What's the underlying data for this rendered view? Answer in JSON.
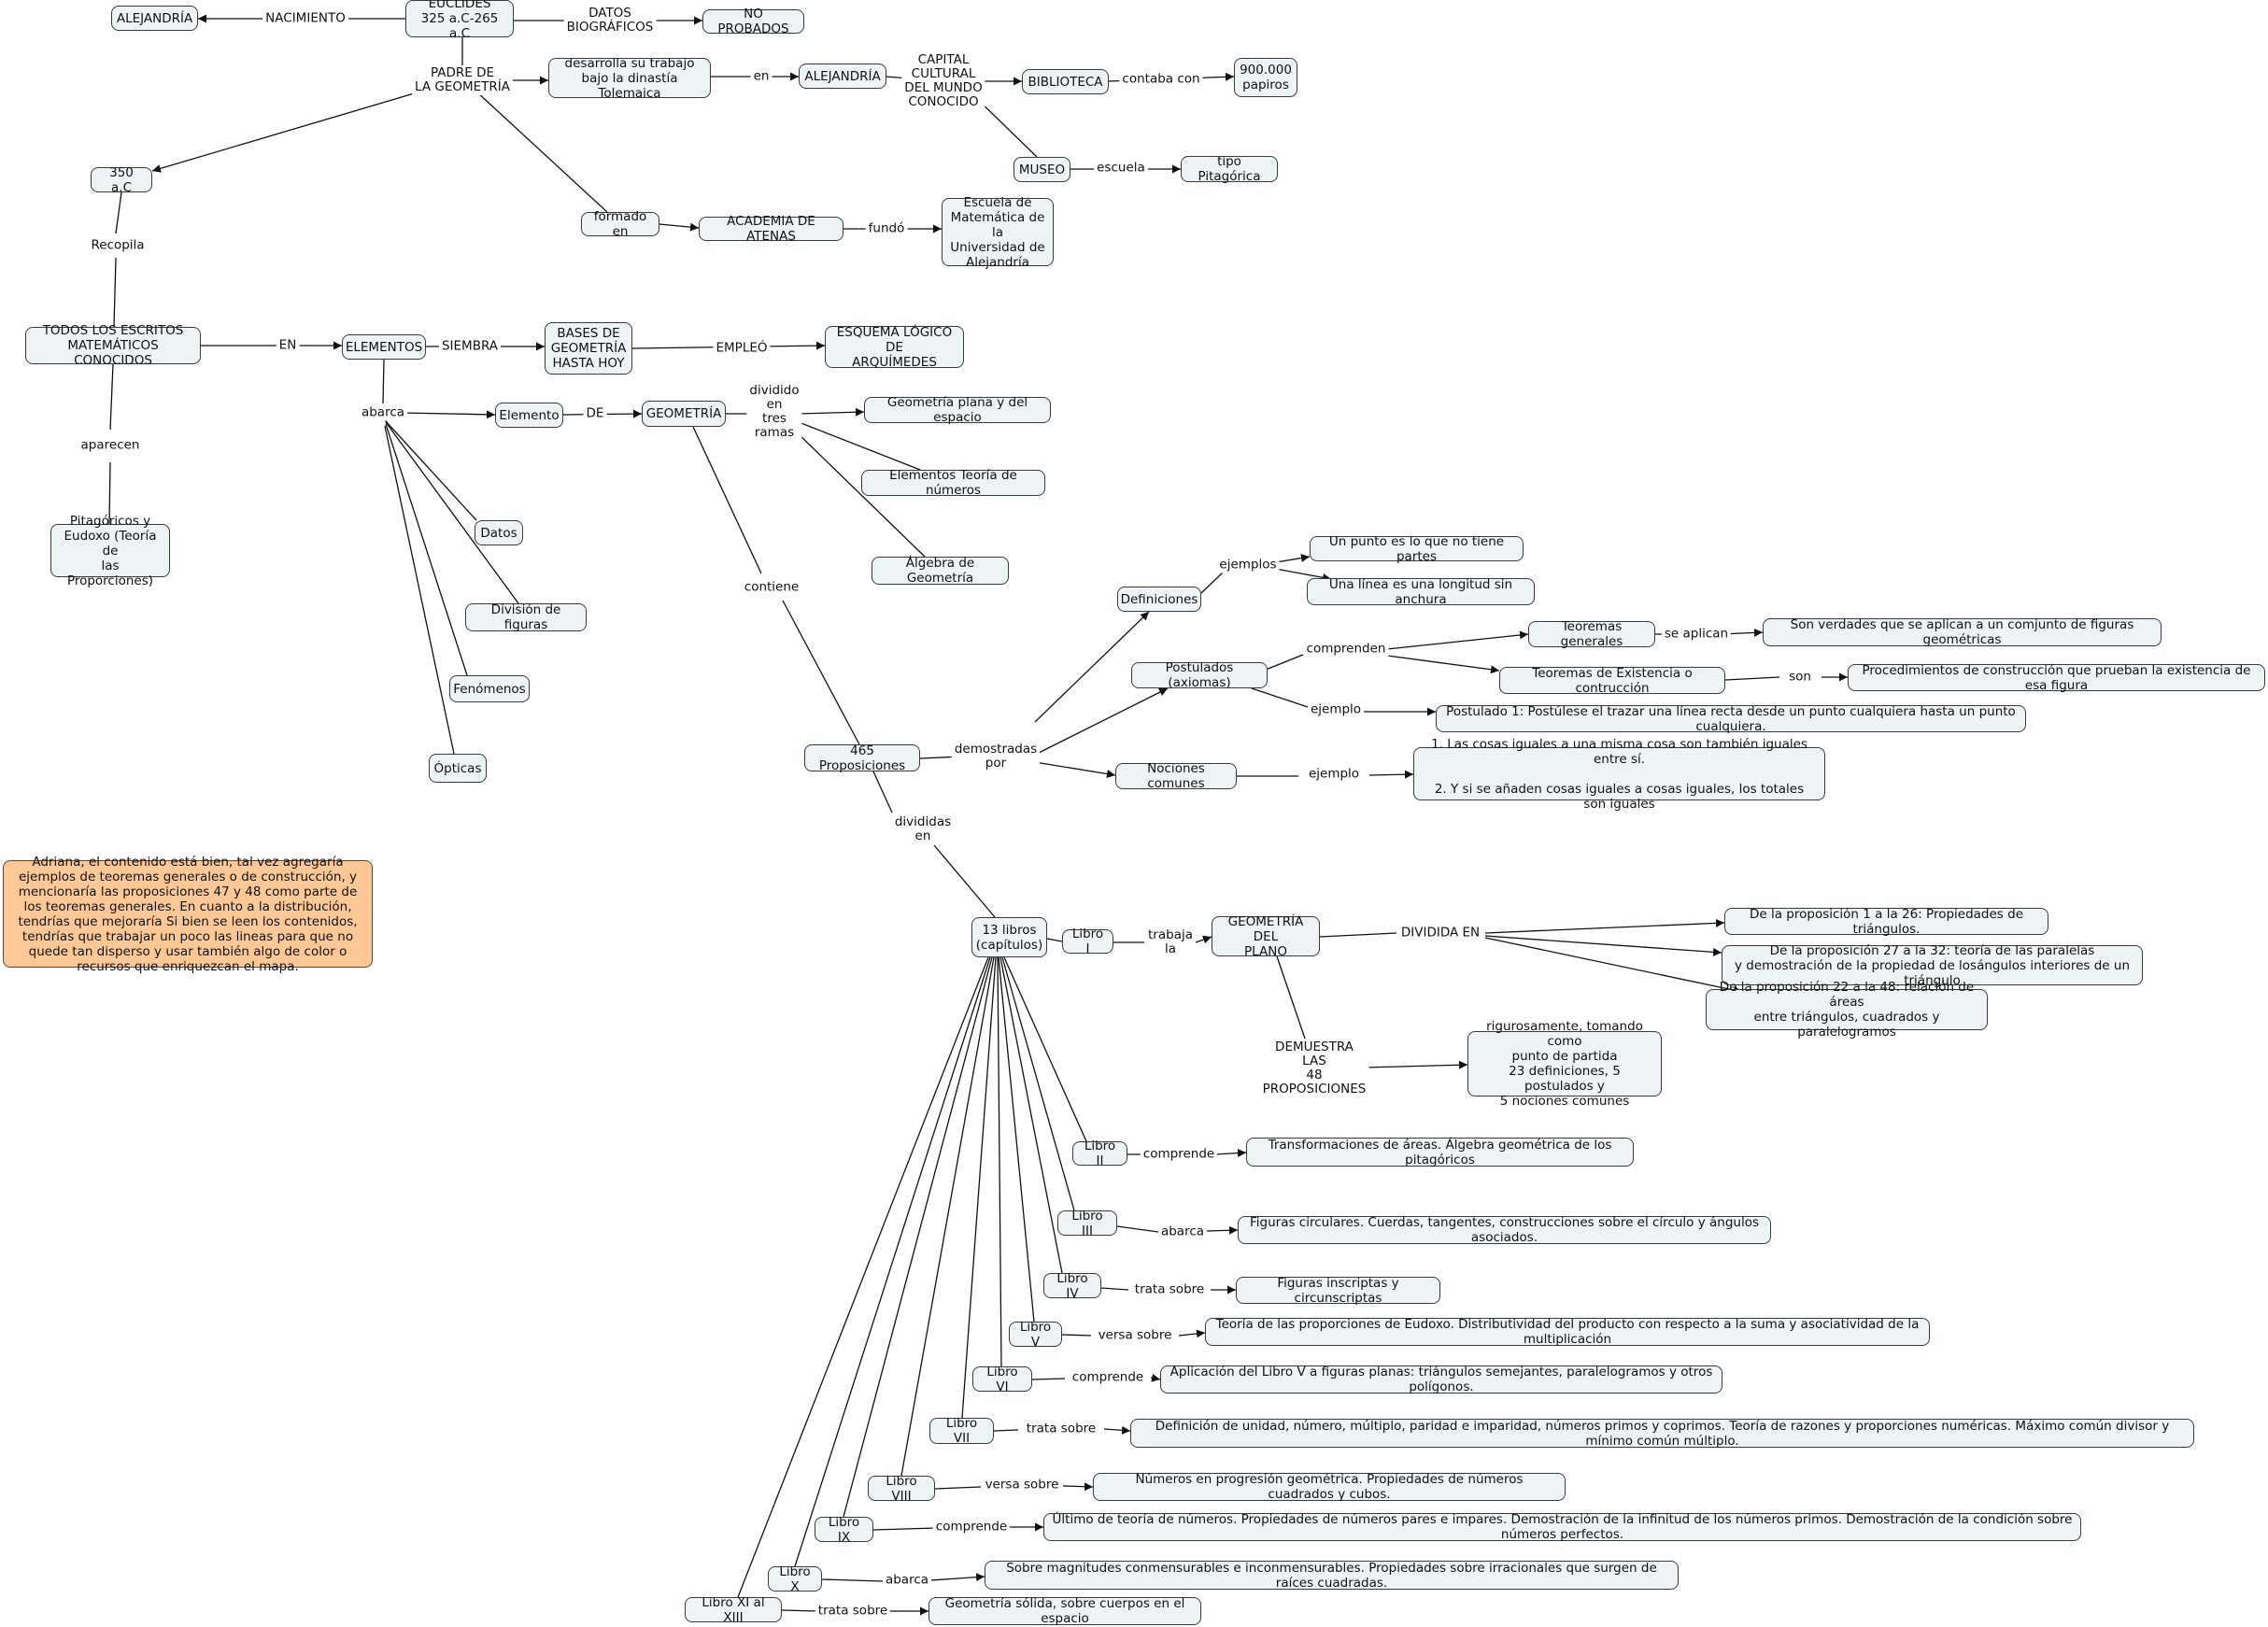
{
  "concept_map": {
    "nodes": [
      {
        "id": "alex1",
        "text": "ALEJANDRÍA"
      },
      {
        "id": "euclides",
        "text": "EUCLIDES\n325 a.C-265 a.C"
      },
      {
        "id": "noprob",
        "text": "NO PROBADOS"
      },
      {
        "id": "dinastia",
        "text": "desarrolla su trabajo\nbajo la dinastía Tolemaica"
      },
      {
        "id": "alex2",
        "text": "ALEJANDRÍA"
      },
      {
        "id": "biblio",
        "text": "BIBLIOTECA"
      },
      {
        "id": "papiros",
        "text": "900.000\npapiros"
      },
      {
        "id": "museo",
        "text": "MUSEO"
      },
      {
        "id": "pitag",
        "text": "tipo Pitagórica"
      },
      {
        "id": "a350",
        "text": "350 a.C"
      },
      {
        "id": "formado",
        "text": "formado en"
      },
      {
        "id": "academia",
        "text": "ACADEMIA DE ATENAS"
      },
      {
        "id": "escuela",
        "text": "Escuela de\nMatemática de la\nUniversidad de\nAlejandría"
      },
      {
        "id": "escritos",
        "text": "TODOS LOS ESCRITOS\nMATEMÁTICOS CONOCIDOS"
      },
      {
        "id": "elementos",
        "text": "ELEMENTOS"
      },
      {
        "id": "bases",
        "text": "BASES DE\nGEOMETRÍA\nHASTA HOY"
      },
      {
        "id": "esquema",
        "text": "ESQUEMA LÓGICO DE\nARQUÍMEDES"
      },
      {
        "id": "elemento",
        "text": "Elemento"
      },
      {
        "id": "geometria",
        "text": "GEOMETRÍA"
      },
      {
        "id": "geoplana",
        "text": "Geometría plana y del espacio"
      },
      {
        "id": "teonum",
        "text": "Elementos Teoría de números"
      },
      {
        "id": "algebra",
        "text": "Álgebra de Geometría"
      },
      {
        "id": "pitagoricos",
        "text": "Pitagóricos y\nEudoxo (Teoría de\nlas Proporciones)"
      },
      {
        "id": "datos",
        "text": "Datos"
      },
      {
        "id": "division",
        "text": "División de figuras"
      },
      {
        "id": "fenomenos",
        "text": "Fenómenos"
      },
      {
        "id": "opticas",
        "text": "Ópticas"
      },
      {
        "id": "definiciones",
        "text": "Definiciones"
      },
      {
        "id": "punto",
        "text": "Un punto es lo que no tiene partes"
      },
      {
        "id": "linea",
        "text": "Una línea es una longitud sin anchura"
      },
      {
        "id": "postulados",
        "text": "Postulados (axiomas)"
      },
      {
        "id": "teogen",
        "text": "Teoremas generales"
      },
      {
        "id": "sonverdades",
        "text": "Son verdades que se aplican a un comjunto de figuras geométricas"
      },
      {
        "id": "teoexist",
        "text": "Teoremas de Existencia o contrucción"
      },
      {
        "id": "procedim",
        "text": "Procedimientos de construcción que prueban la existencia de esa figura"
      },
      {
        "id": "postulado1",
        "text": "Postulado 1: Postúlese el trazar una línea recta desde un punto cualquiera hasta un punto cualquiera."
      },
      {
        "id": "proposiciones",
        "text": "465 Proposiciones"
      },
      {
        "id": "nociones",
        "text": "Nociones comunes"
      },
      {
        "id": "nocejemplo",
        "text": "1. Las cosas iguales a una misma cosa son también iguales entre sí.\n\n2. Y si se añaden cosas iguales a cosas iguales, los totales son iguales"
      },
      {
        "id": "nota",
        "text": "Adriana, el contenido está bien, tal vez agregaría ejemplos de teoremas generales o de construcción, y mencionaría las proposiciones 47 y 48 como parte de los teoremas generales.   En cuanto a la distribución, tendrías que mejoraría Si bien se leen los contenidos, tendrías que trabajar un poco las lineas para que no quede tan disperso y usar también algo de color o recursos que enriquezcan el mapa."
      },
      {
        "id": "libros",
        "text": "13 libros\n(capítulos)"
      },
      {
        "id": "libro1",
        "text": "Libro I"
      },
      {
        "id": "geoplano",
        "text": "GEOMETRÍA DEL\nPLANO"
      },
      {
        "id": "prop1",
        "text": "De la proposición 1 a la 26: Propiedades de triángulos."
      },
      {
        "id": "prop27",
        "text": "De la proposición 27 a la 32: teoría de las paralelas\ny demostración de la propiedad de losángulos interiores de un triángulo"
      },
      {
        "id": "prop22",
        "text": "De la proposición 22 a la 48: relación de áreas\nentre triángulos, cuadrados y paralelogramos"
      },
      {
        "id": "riguroso",
        "text": "rigurosamente, tomando como\npunto de partida\n23 definiciones, 5 postulados y\n5 nociones comunes"
      },
      {
        "id": "libro2",
        "text": "Libro II"
      },
      {
        "id": "areas",
        "text": "Transformaciones de áreas. Álgebra geométrica de los pitagóricos"
      },
      {
        "id": "libro3",
        "text": "Libro III"
      },
      {
        "id": "circulares",
        "text": "Figuras circulares. Cuerdas, tangentes, construcciones sobre el círculo y ángulos asociados."
      },
      {
        "id": "libro4",
        "text": "Libro IV"
      },
      {
        "id": "inscriptas",
        "text": "Figuras inscriptas y circunscriptas"
      },
      {
        "id": "libro5",
        "text": "Libro V"
      },
      {
        "id": "eudoxo",
        "text": "Teoría de las proporciones de Eudoxo. Distributividad del producto con respecto a la suma y asociatividad de la multiplicación"
      },
      {
        "id": "libro6",
        "text": "Libro VI"
      },
      {
        "id": "aplicacion",
        "text": "Aplicación del Libro V a figuras planas: triángulos semejantes, paralelogramos y otros polígonos."
      },
      {
        "id": "libro7",
        "text": "Libro VII"
      },
      {
        "id": "unidad",
        "text": "Definición de unidad, número, múltiplo, paridad e imparidad, números primos y coprimos. Teoría de razones y proporciones numéricas. Máximo común divisor y mínimo común múltiplo."
      },
      {
        "id": "libro8",
        "text": "Libro VIII"
      },
      {
        "id": "progresion",
        "text": "Números en progresión geométrica. Propiedades de números cuadrados y cubos."
      },
      {
        "id": "libro9",
        "text": "Libro IX"
      },
      {
        "id": "ultimo",
        "text": "Último de teoría de números. Propiedades de números pares e impares. Demostración de la infinitud de los números primos. Demostración de la condición sobre números perfectos."
      },
      {
        "id": "libro10",
        "text": "Libro X"
      },
      {
        "id": "magnitudes",
        "text": "Sobre magnitudes conmensurables e inconmensurables. Propiedades sobre irracionales que surgen de raíces cuadradas."
      },
      {
        "id": "libro11",
        "text": "Libro XI al XIII"
      },
      {
        "id": "solida",
        "text": "Geometría sólida, sobre cuerpos en el espacio"
      }
    ],
    "labels": [
      {
        "id": "nacimiento",
        "text": "NACIMIENTO"
      },
      {
        "id": "datosbio",
        "text": "DATOS\nBIOGRÁFICOS"
      },
      {
        "id": "padre",
        "text": "PADRE DE\nLA GEOMETRÍA"
      },
      {
        "id": "en1",
        "text": "en"
      },
      {
        "id": "capital",
        "text": "CAPITAL\nCULTURAL\nDEL MUNDO\nCONOCIDO"
      },
      {
        "id": "contaba",
        "text": "contaba con"
      },
      {
        "id": "escuelalbl",
        "text": "escuela"
      },
      {
        "id": "fundo",
        "text": "fundó"
      },
      {
        "id": "recopila",
        "text": "Recopila"
      },
      {
        "id": "en2",
        "text": "EN"
      },
      {
        "id": "siembra",
        "text": "SIEMBRA"
      },
      {
        "id": "empleo",
        "text": "EMPLEÓ"
      },
      {
        "id": "aparecen",
        "text": "aparecen"
      },
      {
        "id": "abarca1",
        "text": "abarca"
      },
      {
        "id": "de",
        "text": "DE"
      },
      {
        "id": "dividido",
        "text": "dividido\nen\ntres\nramas"
      },
      {
        "id": "contiene",
        "text": "contiene"
      },
      {
        "id": "ejemplos",
        "text": "ejemplos"
      },
      {
        "id": "comprenden",
        "text": "comprenden"
      },
      {
        "id": "seaplican",
        "text": "se aplican"
      },
      {
        "id": "son",
        "text": "son"
      },
      {
        "id": "ejemplo1",
        "text": "ejemplo"
      },
      {
        "id": "demostradas",
        "text": "demostradas\npor"
      },
      {
        "id": "ejemplo2",
        "text": "ejemplo"
      },
      {
        "id": "divididas",
        "text": "divididas\nen"
      },
      {
        "id": "trabaja",
        "text": "trabaja\nla"
      },
      {
        "id": "dividida",
        "text": "DIVIDIDA EN"
      },
      {
        "id": "demuestra",
        "text": "DEMUESTRA\nLAS\n48\nPROPOSICIONES"
      },
      {
        "id": "comprende2",
        "text": "comprende"
      },
      {
        "id": "abarca3",
        "text": "abarca"
      },
      {
        "id": "trata4",
        "text": "trata sobre"
      },
      {
        "id": "versa5",
        "text": "versa sobre"
      },
      {
        "id": "comprende6",
        "text": "comprende"
      },
      {
        "id": "trata7",
        "text": "trata sobre"
      },
      {
        "id": "versa8",
        "text": "versa sobre"
      },
      {
        "id": "comprende9",
        "text": "comprende"
      },
      {
        "id": "abarca10",
        "text": "abarca"
      },
      {
        "id": "trata11",
        "text": "trata sobre"
      }
    ]
  }
}
